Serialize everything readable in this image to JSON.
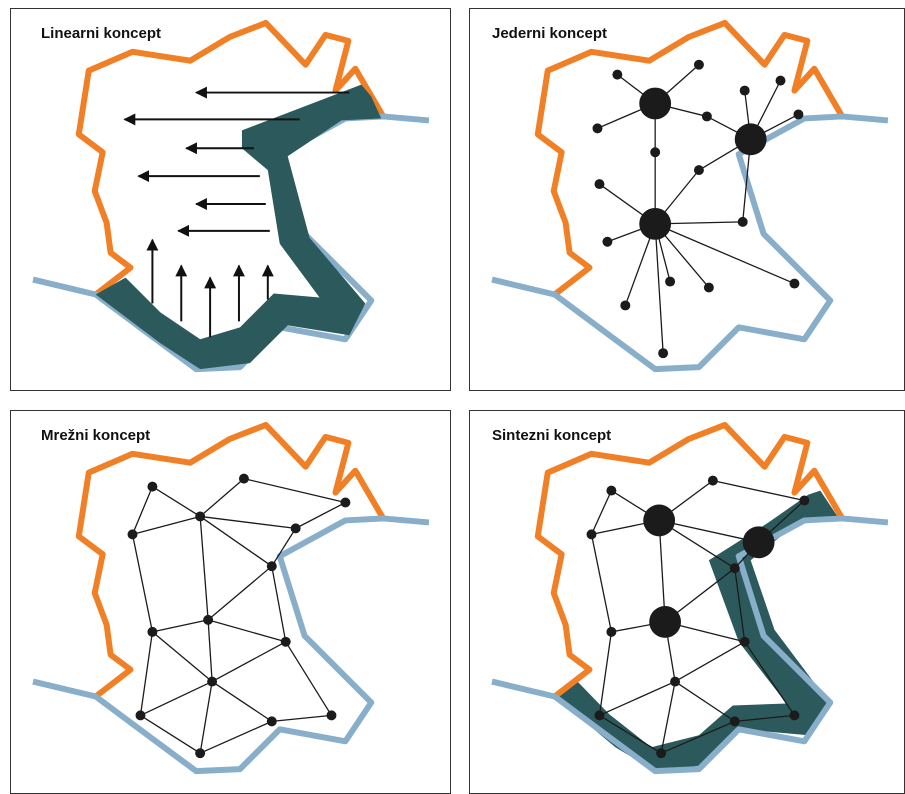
{
  "panels": [
    {
      "title": "Linearni koncept"
    },
    {
      "title": "Jederni koncept"
    },
    {
      "title": "Mrežni koncept"
    },
    {
      "title": "Sintezni koncept"
    }
  ],
  "colors": {
    "land_border": "#f07f25",
    "coast": "#88aeca",
    "corridor": "#2c5a5c",
    "node": "#1b1b1b",
    "frame": "#333333"
  }
}
